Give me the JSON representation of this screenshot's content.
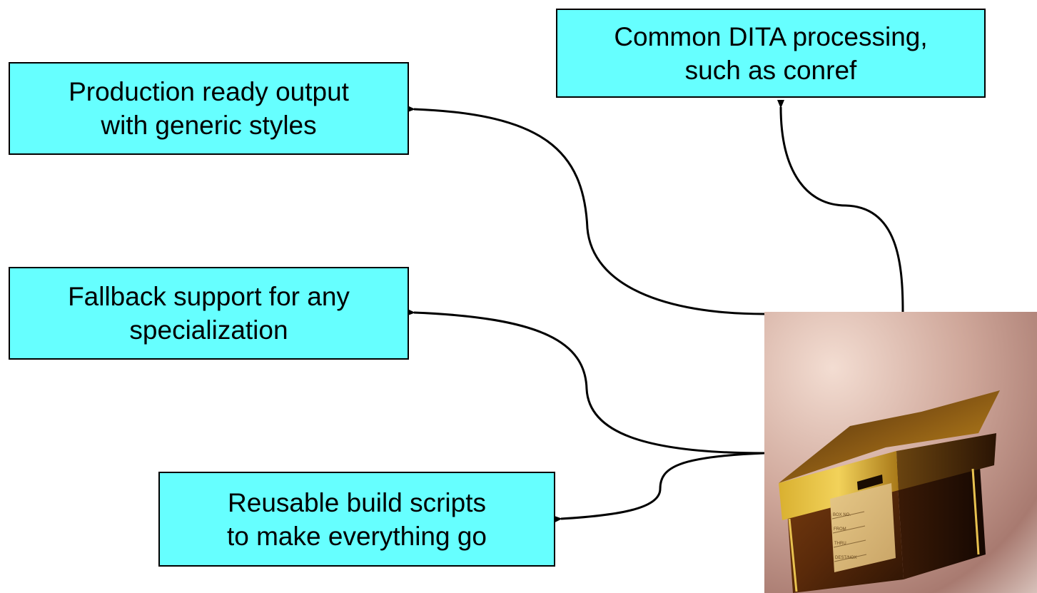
{
  "boxes": {
    "production": {
      "lines": [
        "Production ready output",
        "with generic styles"
      ]
    },
    "common": {
      "lines": [
        "Common DITA processing,",
        "such as conref"
      ]
    },
    "fallback": {
      "lines": [
        "Fallback support for any",
        "specialization"
      ]
    },
    "reusable": {
      "lines": [
        "Reusable build scripts",
        "to make everything go"
      ]
    }
  },
  "image": {
    "subject": "archive-storage-box",
    "label_lines": [
      "BOX NO.",
      "FROM",
      "THRU",
      "DEST/NOX"
    ]
  },
  "colors": {
    "box_fill": "#66ffff",
    "box_border": "#000000",
    "connector": "#000000"
  }
}
